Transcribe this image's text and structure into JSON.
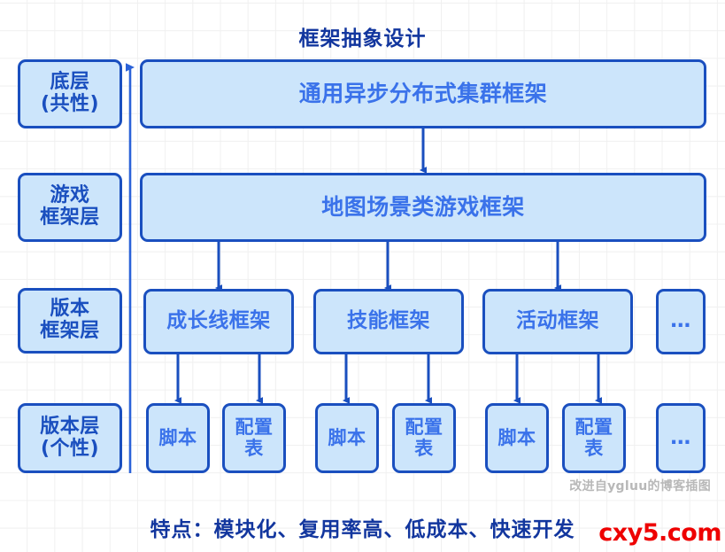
{
  "title": "框架抽象设计",
  "caption": "特点：模块化、复用率高、低成本、快速开发",
  "attribution": "改进自ygluu的博客插图",
  "watermark": "cxy5.com",
  "colors": {
    "box_fill": "#cce5fb",
    "box_border": "#1a4fbf",
    "box_text": "#3a72ea",
    "label_text": "#1a4fbf",
    "title_text": "#12369e",
    "watermark_text": "#ee0000",
    "attribution_text": "#b8b8b8",
    "grid_line": "#f0f0f0",
    "background": "#ffffff"
  },
  "layer_labels": [
    {
      "line1": "底层",
      "line2": "(共性)"
    },
    {
      "line1": "游戏",
      "line2": "框架层"
    },
    {
      "line1": "版本",
      "line2": "框架层"
    },
    {
      "line1": "版本层",
      "line2": "(个性)"
    }
  ],
  "rows": {
    "base_layer": {
      "line1": "通用异步分布式集群框架"
    },
    "game_framework_layer": {
      "line1": "地图场景类游戏框架"
    },
    "version_framework_layer": [
      {
        "line1": "成长线框架"
      },
      {
        "line1": "技能框架"
      },
      {
        "line1": "活动框架"
      },
      {
        "line1": "…"
      }
    ],
    "version_layer": [
      {
        "line1": "脚本"
      },
      {
        "line1": "配置",
        "line2": "表"
      },
      {
        "line1": "脚本"
      },
      {
        "line1": "配置",
        "line2": "表"
      },
      {
        "line1": "脚本"
      },
      {
        "line1": "配置",
        "line2": "表"
      },
      {
        "line1": "…"
      }
    ]
  }
}
